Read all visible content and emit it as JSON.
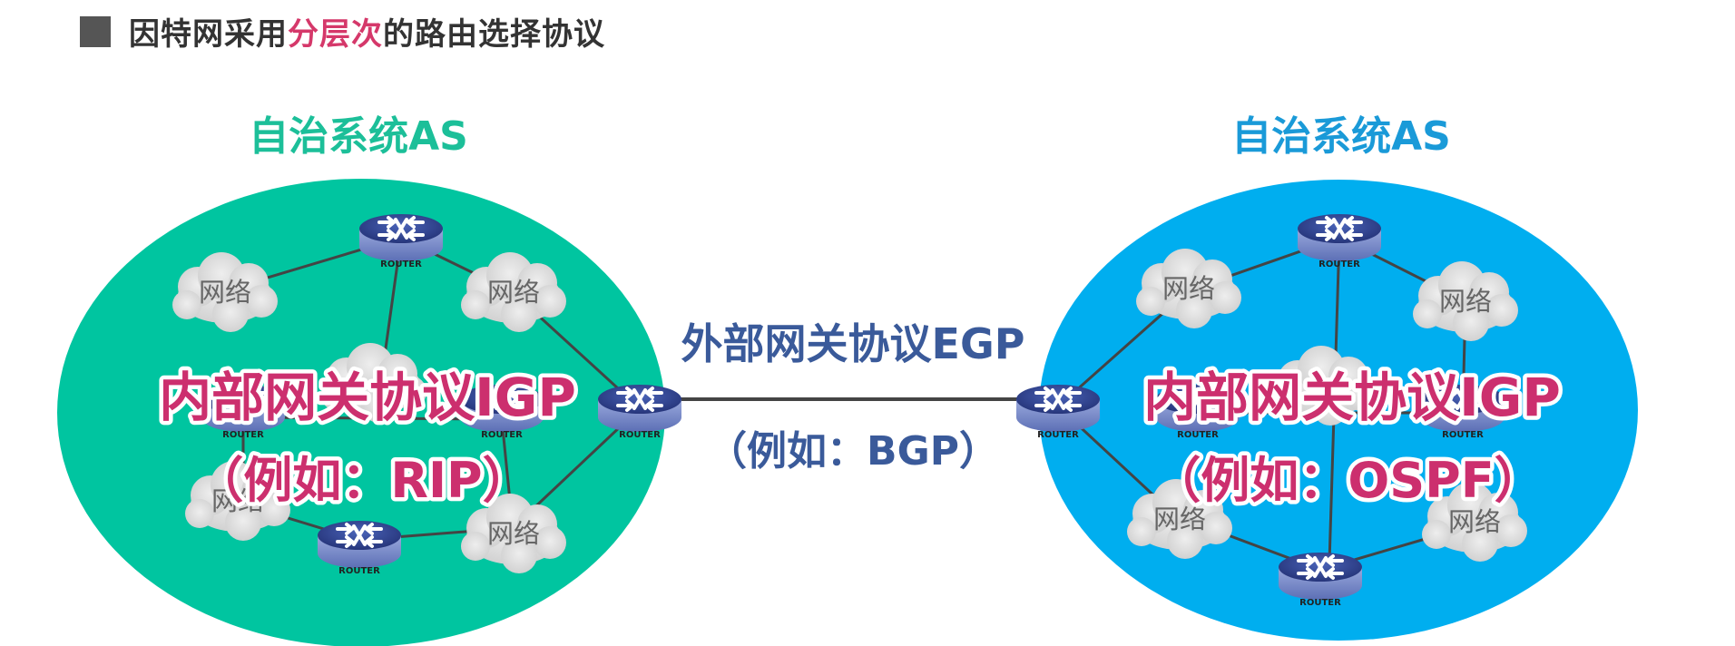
{
  "header": {
    "title_part1": "因特网采用",
    "title_highlight": "分层次",
    "title_part2": "的路由选择协议"
  },
  "colors": {
    "as_left_fill": "#00c5a0",
    "as_right_fill": "#00aeef",
    "as_left_title": "#1cbf99",
    "as_right_title": "#1a9ad8",
    "igp_text": "#cc2f6e",
    "egp_text": "#3a5a9a",
    "highlight": "#d5386a"
  },
  "left_as": {
    "title": "自治系统AS",
    "network_label": "网络",
    "igp_line1": "内部网关协议IGP",
    "igp_line2": "（例如：RIP）"
  },
  "right_as": {
    "title": "自治系统AS",
    "network_label": "网络",
    "igp_line1": "内部网关协议IGP",
    "igp_line2": "（例如：OSPF）"
  },
  "egp": {
    "line1": "外部网关协议EGP",
    "line2": "（例如：BGP）"
  },
  "router_label": "ROUTER"
}
